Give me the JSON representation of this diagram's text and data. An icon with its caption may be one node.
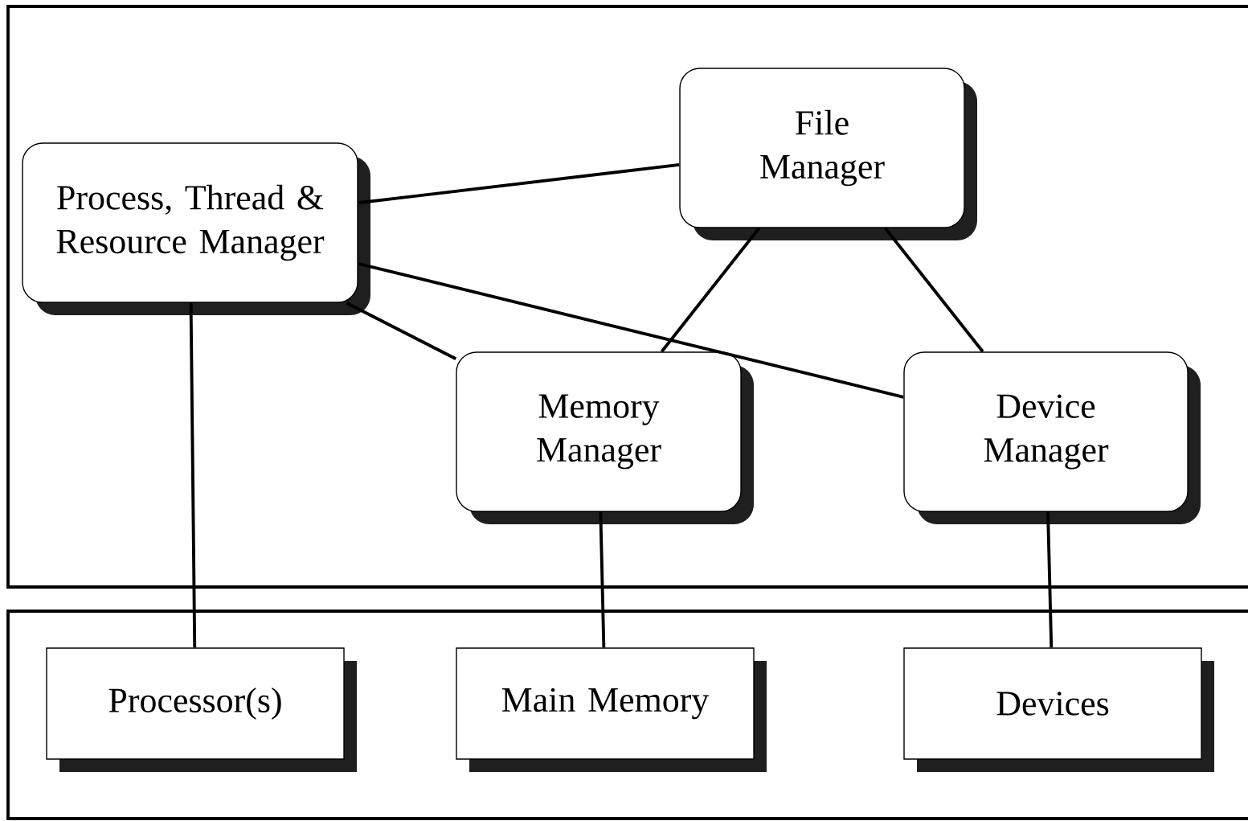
{
  "diagram": {
    "nodes": [
      {
        "text": [],
        "shape": "box"
      },
      {
        "text": [
          "Process, Thread & Resource Manager"
        ],
        "in": 0
      },
      {
        "text": [
          "File Manager"
        ],
        "in": 0
      },
      {
        "text": [
          "Memory Manager"
        ],
        "in": 0
      },
      {
        "text": [
          "Device Manager"
        ],
        "in": 0
      },
      {
        "text": [],
        "shape": "box"
      },
      {
        "text": [
          "Processor(s)"
        ],
        "in": 5
      },
      {
        "text": [
          "Main Memory"
        ],
        "in": 5
      },
      {
        "text": [
          "Devices"
        ],
        "in": 5
      }
    ],
    "edges": [
      {
        "from": 1,
        "to": 2,
        "arrow": "none"
      },
      {
        "from": 1,
        "to": 3,
        "arrow": "none"
      },
      {
        "from": 1,
        "to": 4,
        "arrow": "none"
      },
      {
        "from": 2,
        "to": 3,
        "arrow": "none"
      },
      {
        "from": 2,
        "to": 4,
        "arrow": "none"
      },
      {
        "from": 1,
        "to": 6,
        "arrow": "none"
      },
      {
        "from": 3,
        "to": 7,
        "arrow": "none"
      },
      {
        "from": 4,
        "to": 8,
        "arrow": "none"
      }
    ]
  }
}
